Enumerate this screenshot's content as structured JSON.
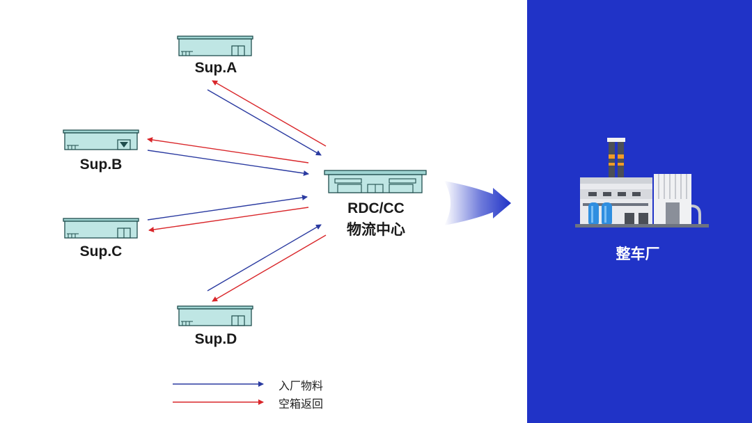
{
  "suppliers": [
    {
      "id": "A",
      "label": "Sup.A"
    },
    {
      "id": "B",
      "label": "Sup.B"
    },
    {
      "id": "C",
      "label": "Sup.C"
    },
    {
      "id": "D",
      "label": "Sup.D"
    }
  ],
  "center": {
    "line1": "RDC/CC",
    "line2": "物流中心"
  },
  "plant": {
    "label": "整车厂"
  },
  "legend": {
    "inbound": "入厂物料",
    "empty_return": "空箱返回"
  },
  "colors": {
    "inbound": "#2a3aa0",
    "empty_return": "#d9262a",
    "panel": "#2033c7",
    "building": "#bfe6e4"
  }
}
